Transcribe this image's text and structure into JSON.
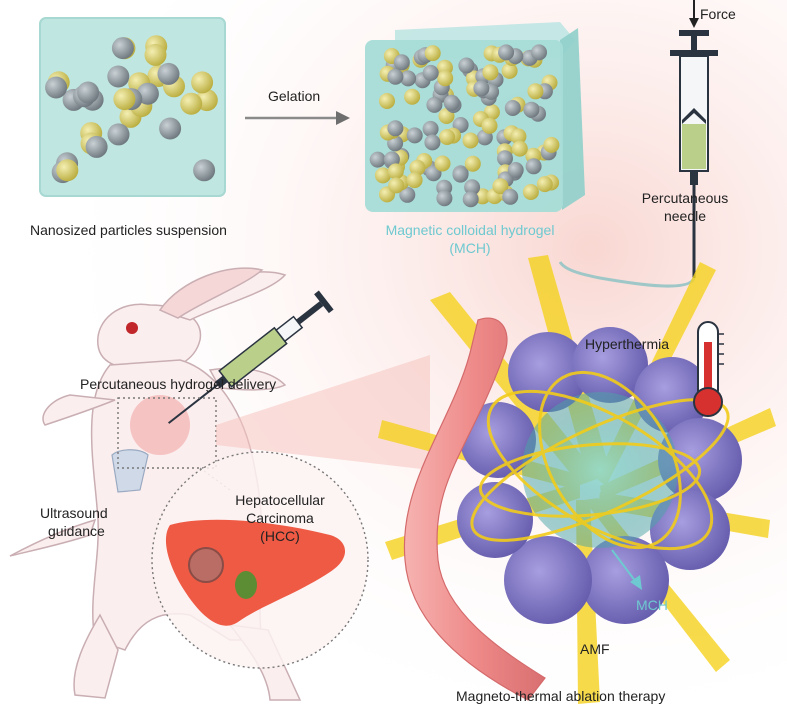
{
  "labels": {
    "suspension": "Nanosized particles suspension",
    "gelation": "Gelation",
    "mch_line1": "Magnetic colloidal hydrogel",
    "mch_line2": "(MCH)",
    "force": "Force",
    "needle_line1": "Percutaneous",
    "needle_line2": "needle",
    "delivery": "Percutaneous hydrogel delivery",
    "ultrasound_line1": "Ultrasound",
    "ultrasound_line2": "guidance",
    "hcc_line1": "Hepatocellular",
    "hcc_line2": "Carcinoma",
    "hcc_line3": "(HCC)",
    "hyperthermia": "Hyperthermia",
    "mch_short": "MCH",
    "amf": "AMF",
    "therapy": "Magneto-thermal ablation therapy"
  },
  "colors": {
    "gel": "#9fdcd6",
    "particle_gold": "#d9cf6a",
    "particle_grey": "#8f9aa0",
    "vessel": "#f08f8f",
    "tumor": "#8b82c8",
    "field": "#f5d21e",
    "liver": "#ee5a44",
    "thermometer": "#d6312f",
    "mch_text": "#6ec9d0"
  }
}
